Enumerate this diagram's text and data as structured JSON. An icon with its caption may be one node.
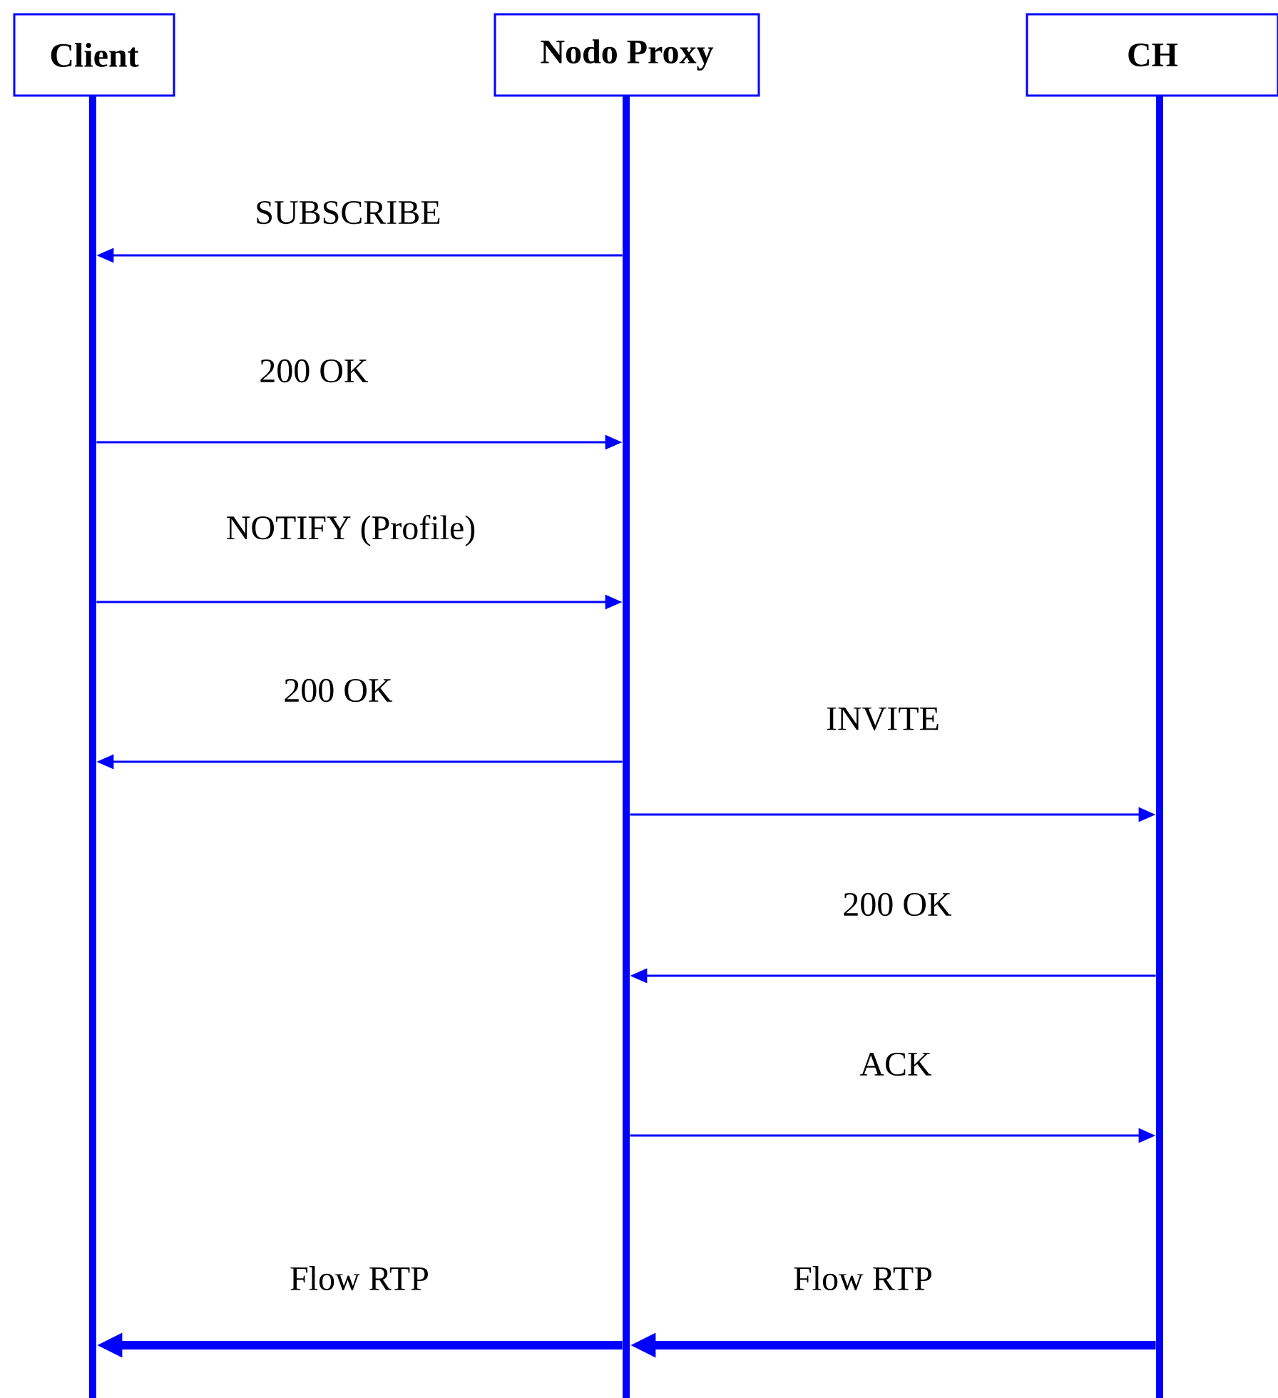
{
  "diagram": {
    "nodes": [
      {
        "text": [
          "Client"
        ]
      },
      {
        "text": [
          "Nodo Proxy"
        ]
      },
      {
        "text": [
          "CH"
        ]
      },
      {
        "text": [],
        "shape": "bar"
      },
      {
        "text": [],
        "shape": "bar"
      },
      {
        "text": [],
        "shape": "bar"
      }
    ],
    "edges": [
      {
        "from": 4,
        "to": 3,
        "arrow": "to",
        "label": "SUBSCRIBE"
      },
      {
        "from": 3,
        "to": 4,
        "arrow": "to",
        "label": "200 OK"
      },
      {
        "from": 3,
        "to": 4,
        "arrow": "to",
        "label": "NOTIFY (Profile)"
      },
      {
        "from": 4,
        "to": 3,
        "arrow": "to",
        "label": "200 OK"
      },
      {
        "from": 4,
        "to": 5,
        "arrow": "to",
        "label": "INVITE"
      },
      {
        "from": 5,
        "to": 4,
        "arrow": "to",
        "label": "200 OK"
      },
      {
        "from": 4,
        "to": 5,
        "arrow": "to",
        "label": "ACK"
      },
      {
        "from": 4,
        "to": 3,
        "arrow": "to",
        "label": "Flow RTP",
        "style": "thick"
      },
      {
        "from": 5,
        "to": 4,
        "arrow": "to",
        "label": "Flow RTP",
        "style": "thick"
      }
    ]
  }
}
